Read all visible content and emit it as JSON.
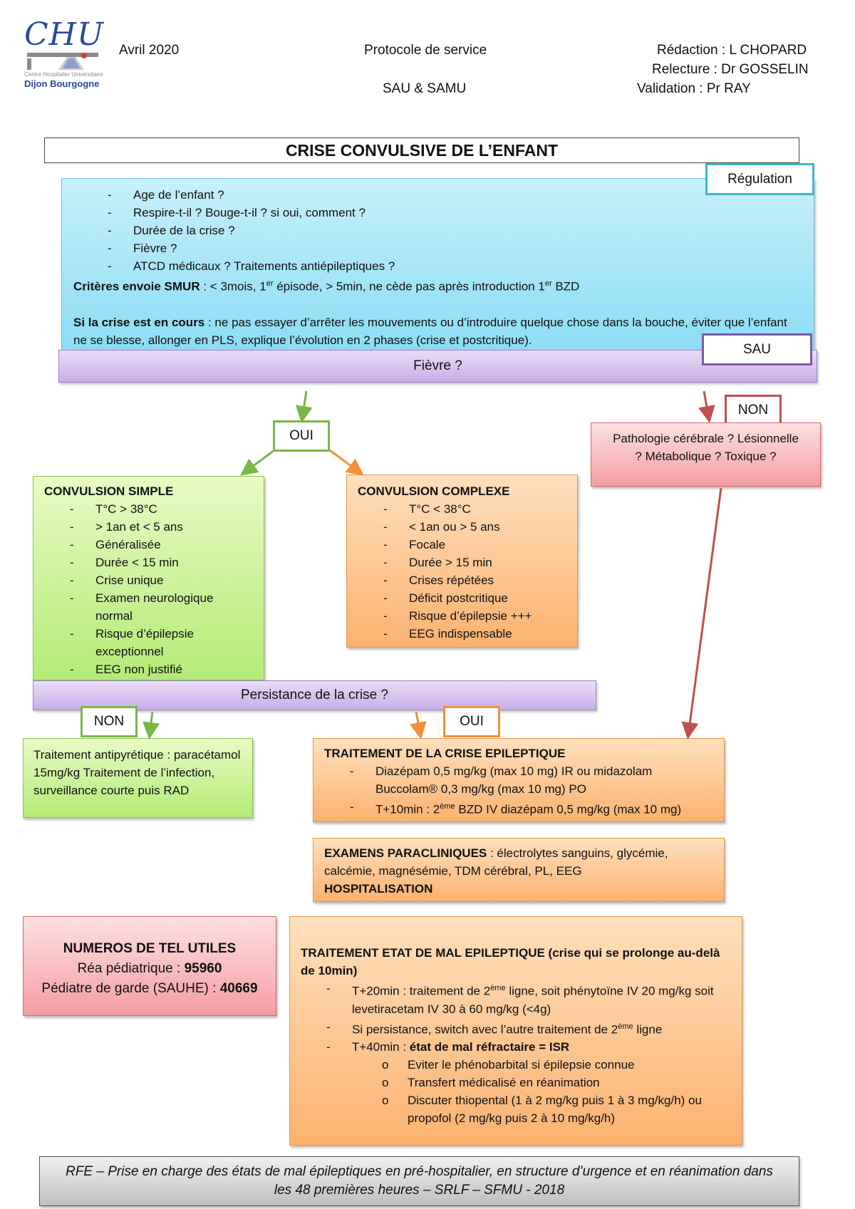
{
  "logo": {
    "brand": "CHU",
    "line1": "Centre Hospitalier Universitaire",
    "line2": "Dijon Bourgogne"
  },
  "header": {
    "date": "Avril 2020",
    "protocol": "Protocole de service",
    "service": "SAU & SAMU",
    "redaction": "Rédaction : L CHOPARD",
    "relecture": "Relecture : Dr GOSSELIN",
    "validation": "Validation : Pr RAY"
  },
  "title": "CRISE CONVULSIVE DE L’ENFANT",
  "regulation": {
    "tag": "Régulation",
    "questions": [
      "Age de l’enfant ?",
      "Respire-t-il ? Bouge-t-il ? si oui, comment ?",
      "Durée de la crise ?",
      "Fièvre ?",
      "ATCD médicaux ? Traitements antiépileptiques ?"
    ],
    "smur_label": "Critères envoie SMUR",
    "smur_a": " : < 3mois, 1",
    "smur_sup1": "er",
    "smur_b": " épisode, > 5min, ne cède pas après introduction 1",
    "smur_sup2": "er",
    "smur_c": " BZD",
    "crise_label": "Si la crise est en cours",
    "crise_text": " : ne pas essayer d’arrêter les mouvements ou d’introduire quelque chose dans la bouche, éviter que l’enfant ne se blesse, allonger en PLS, explique l’évolution en 2 phases (crise et postcritique)."
  },
  "sau_tag": "SAU",
  "fievre": "Fièvre ?",
  "oui_label": "OUI",
  "non_label": "NON",
  "pathologie": "Pathologie cérébrale ? Lésionnelle ? Métabolique ? Toxique ?",
  "simple": {
    "title": "CONVULSION SIMPLE",
    "items": [
      "T°C > 38°C",
      "> 1an et < 5 ans",
      "Généralisée",
      "Durée < 15 min",
      "Crise unique",
      "Examen neurologique normal",
      "Risque d’épilepsie exceptionnel",
      "EEG non justifié"
    ]
  },
  "complexe": {
    "title": "CONVULSION COMPLEXE",
    "items": [
      "T°C < 38°C",
      "< 1an ou > 5 ans",
      "Focale",
      "Durée > 15 min",
      "Crises répétées",
      "Déficit postcritique",
      "Risque d’épilepsie +++",
      "EEG indispensable"
    ]
  },
  "persistance": "Persistance de la crise ?",
  "non2_label": "NON",
  "oui2_label": "OUI",
  "antipyretique": "Traitement antipyrétique : paracétamol 15mg/kg Traitement de l’infection, surveillance courte puis RAD",
  "traitement_crise": {
    "title": "TRAITEMENT DE LA CRISE EPILEPTIQUE",
    "item1": "Diazépam 0,5 mg/kg (max 10 mg) IR ou midazolam Buccolam® 0,3 mg/kg (max 10 mg) PO",
    "item2_a": "T+10min : 2",
    "item2_sup": "ème",
    "item2_b": " BZD IV diazépam 0,5 mg/kg (max 10 mg)"
  },
  "examens": {
    "label": "EXAMENS PARACLINIQUES",
    "text": " : électrolytes sanguins, glycémie, calcémie, magnésémie, TDM cérébral, PL, EEG",
    "hospit": "HOSPITALISATION"
  },
  "numeros": {
    "title": "NUMEROS DE TEL UTILES",
    "rea_label": "Réa pédiatrique : ",
    "rea_num": "95960",
    "ped_label": "Pédiatre de garde (SAUHE) : ",
    "ped_num": "40669"
  },
  "mal": {
    "title": "TRAITEMENT ETAT DE MAL EPILEPTIQUE (crise qui se prolonge au-delà de 10min)",
    "i1_a": "T+20min : traitement de 2",
    "i1_sup": "ème",
    "i1_b": " ligne, soit phénytoïne IV 20 mg/kg soit levetiracetam IV 30 à 60 mg/kg (<4g)",
    "i2_a": "Si persistance, switch avec l’autre traitement de 2",
    "i2_sup": "ème",
    "i2_b": " ligne",
    "i3_a": "T+40min : ",
    "i3_b": "état de mal réfractaire = ISR",
    "sub": [
      "Eviter le phénobarbital si épilepsie connue",
      "Transfert médicalisé en réanimation",
      "Discuter thiopental (1 à 2 mg/kg puis 1 à 3 mg/kg/h) ou propofol (2 mg/kg puis 2 à 10 mg/kg/h)"
    ]
  },
  "footer": "RFE – Prise en charge des états de mal épileptiques en pré-hospitalier, en structure d’urgence et en réanimation dans les 48 premières heures – SRLF – SFMU - 2018",
  "colors": {
    "green_arrow": "#7ab648",
    "orange_arrow": "#f0913a",
    "red_arrow": "#c0504d",
    "teal": "#3fb6c8",
    "purple": "#7c5ba6"
  }
}
